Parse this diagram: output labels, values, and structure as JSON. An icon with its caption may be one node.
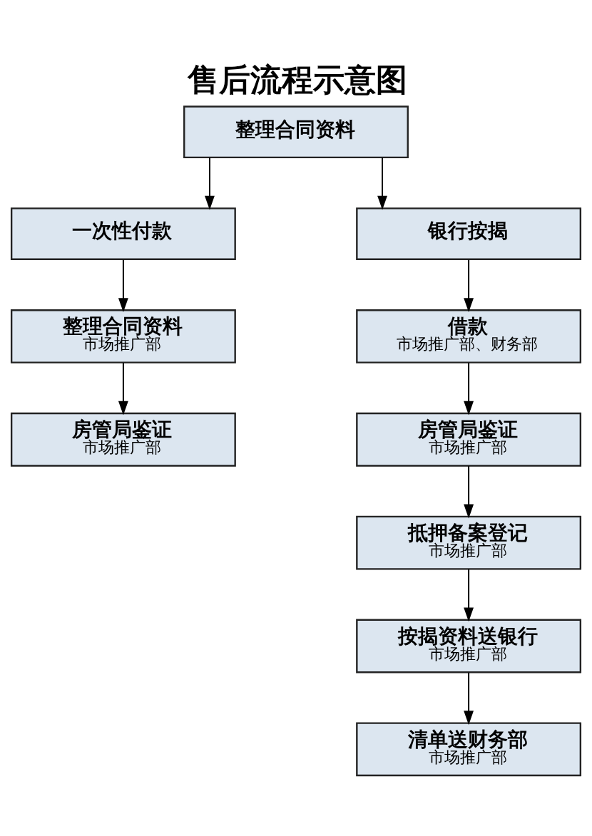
{
  "diagram": {
    "title": "售后流程示意图",
    "nodes": [
      {
        "text": [
          "整理合同资料"
        ]
      },
      {
        "text": [
          "一次性付款"
        ]
      },
      {
        "text": [
          "银行按揭"
        ]
      },
      {
        "text": [
          "整理合同资料",
          "市场推广部"
        ]
      },
      {
        "text": [
          "房管局鉴证",
          "市场推广部"
        ]
      },
      {
        "text": [
          "借款",
          "市场推广部、财务部"
        ]
      },
      {
        "text": [
          "房管局鉴证",
          "市场推广部"
        ]
      },
      {
        "text": [
          "抵押备案登记",
          "市场推广部"
        ]
      },
      {
        "text": [
          "按揭资料送银行",
          "市场推广部"
        ]
      },
      {
        "text": [
          "清单送财务部",
          "市场推广部"
        ]
      }
    ],
    "edges": [
      {
        "from": 0,
        "to": 1,
        "arrow": "to"
      },
      {
        "from": 0,
        "to": 2,
        "arrow": "to"
      },
      {
        "from": 1,
        "to": 3,
        "arrow": "to"
      },
      {
        "from": 3,
        "to": 4,
        "arrow": "to"
      },
      {
        "from": 2,
        "to": 5,
        "arrow": "to"
      },
      {
        "from": 5,
        "to": 6,
        "arrow": "to"
      },
      {
        "from": 6,
        "to": 7,
        "arrow": "to"
      },
      {
        "from": 7,
        "to": 8,
        "arrow": "to"
      },
      {
        "from": 8,
        "to": 9,
        "arrow": "to"
      }
    ]
  }
}
